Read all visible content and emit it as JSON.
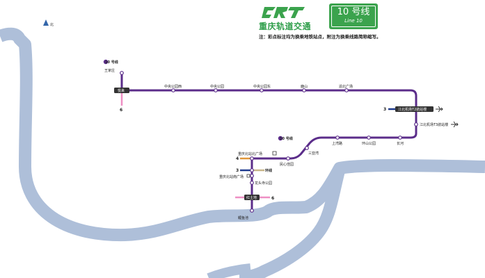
{
  "map": {
    "title": "重庆轨道交通",
    "line_badge": {
      "name": "10 号线",
      "english": "Line 10",
      "color": "#3ba34d"
    },
    "note": "注：彩点标注均为换乘地铁站点，附注为换乘线路简称缩写。",
    "compass_label": "北",
    "colors": {
      "line10": "#5b2d8a",
      "river": "#aebfd9",
      "line6": "#ee8fc4",
      "line3": "#1f3b8f",
      "line4": "#e0973a",
      "loop": "#c8b68a",
      "header_green": "#3ba34d"
    },
    "route_labels": [
      {
        "text": "10 号线"
      },
      {
        "text": "10 号线"
      }
    ],
    "stations": [
      {
        "name": "王家庄"
      },
      {
        "name": "悦来"
      },
      {
        "name": "中央公园西"
      },
      {
        "name": "中央公园"
      },
      {
        "name": "中央公园东"
      },
      {
        "name": "鹿山"
      },
      {
        "name": "渝北广场"
      },
      {
        "name": "江北机场T2航站楼"
      },
      {
        "name": "江北机场T3航站楼"
      },
      {
        "name": "长河"
      },
      {
        "name": "环山公园"
      },
      {
        "name": "上湾路"
      },
      {
        "name": "三亚湾"
      },
      {
        "name": "民心佳园"
      },
      {
        "name": "重庆北站北广场"
      },
      {
        "name": "环线"
      },
      {
        "name": "重庆北站南广场"
      },
      {
        "name": "龙头寺公园"
      },
      {
        "name": "红土地"
      },
      {
        "name": "鲤鱼池"
      }
    ],
    "transfer_labels": [
      {
        "text": "6"
      },
      {
        "text": "3"
      },
      {
        "text": "4"
      },
      {
        "text": "3"
      },
      {
        "text": "6"
      }
    ]
  }
}
